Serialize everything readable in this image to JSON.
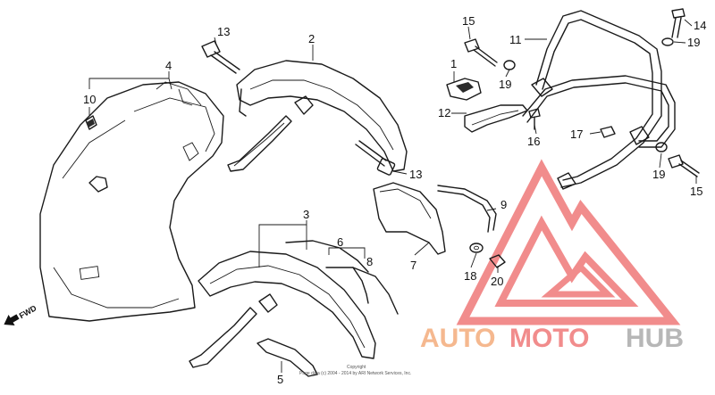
{
  "callouts": {
    "n1": "1",
    "n2": "2",
    "n3": "3",
    "n4": "4",
    "n5": "5",
    "n6": "6",
    "n7": "7",
    "n8": "8",
    "n9": "9",
    "n10": "10",
    "n11": "11",
    "n12": "12",
    "n13a": "13",
    "n13b": "13",
    "n14": "14",
    "n15a": "15",
    "n15b": "15",
    "n16": "16",
    "n17": "17",
    "n18": "18",
    "n19a": "19",
    "n19b": "19",
    "n19c": "19",
    "n20": "20"
  },
  "direction_label": "FWD",
  "watermark": {
    "word_auto": "AUTO",
    "word_moto": "MOTO",
    "word_hub": "HUB",
    "colors": {
      "auto": "#f4b183",
      "moto": "#f08080",
      "hub": "#b0b0b0",
      "triangle": "#f08080"
    }
  },
  "copyright_line1": "Copyright",
  "copyright_line2": "Page data (c) 2004 - 2014 by ARI Network Services, Inc."
}
